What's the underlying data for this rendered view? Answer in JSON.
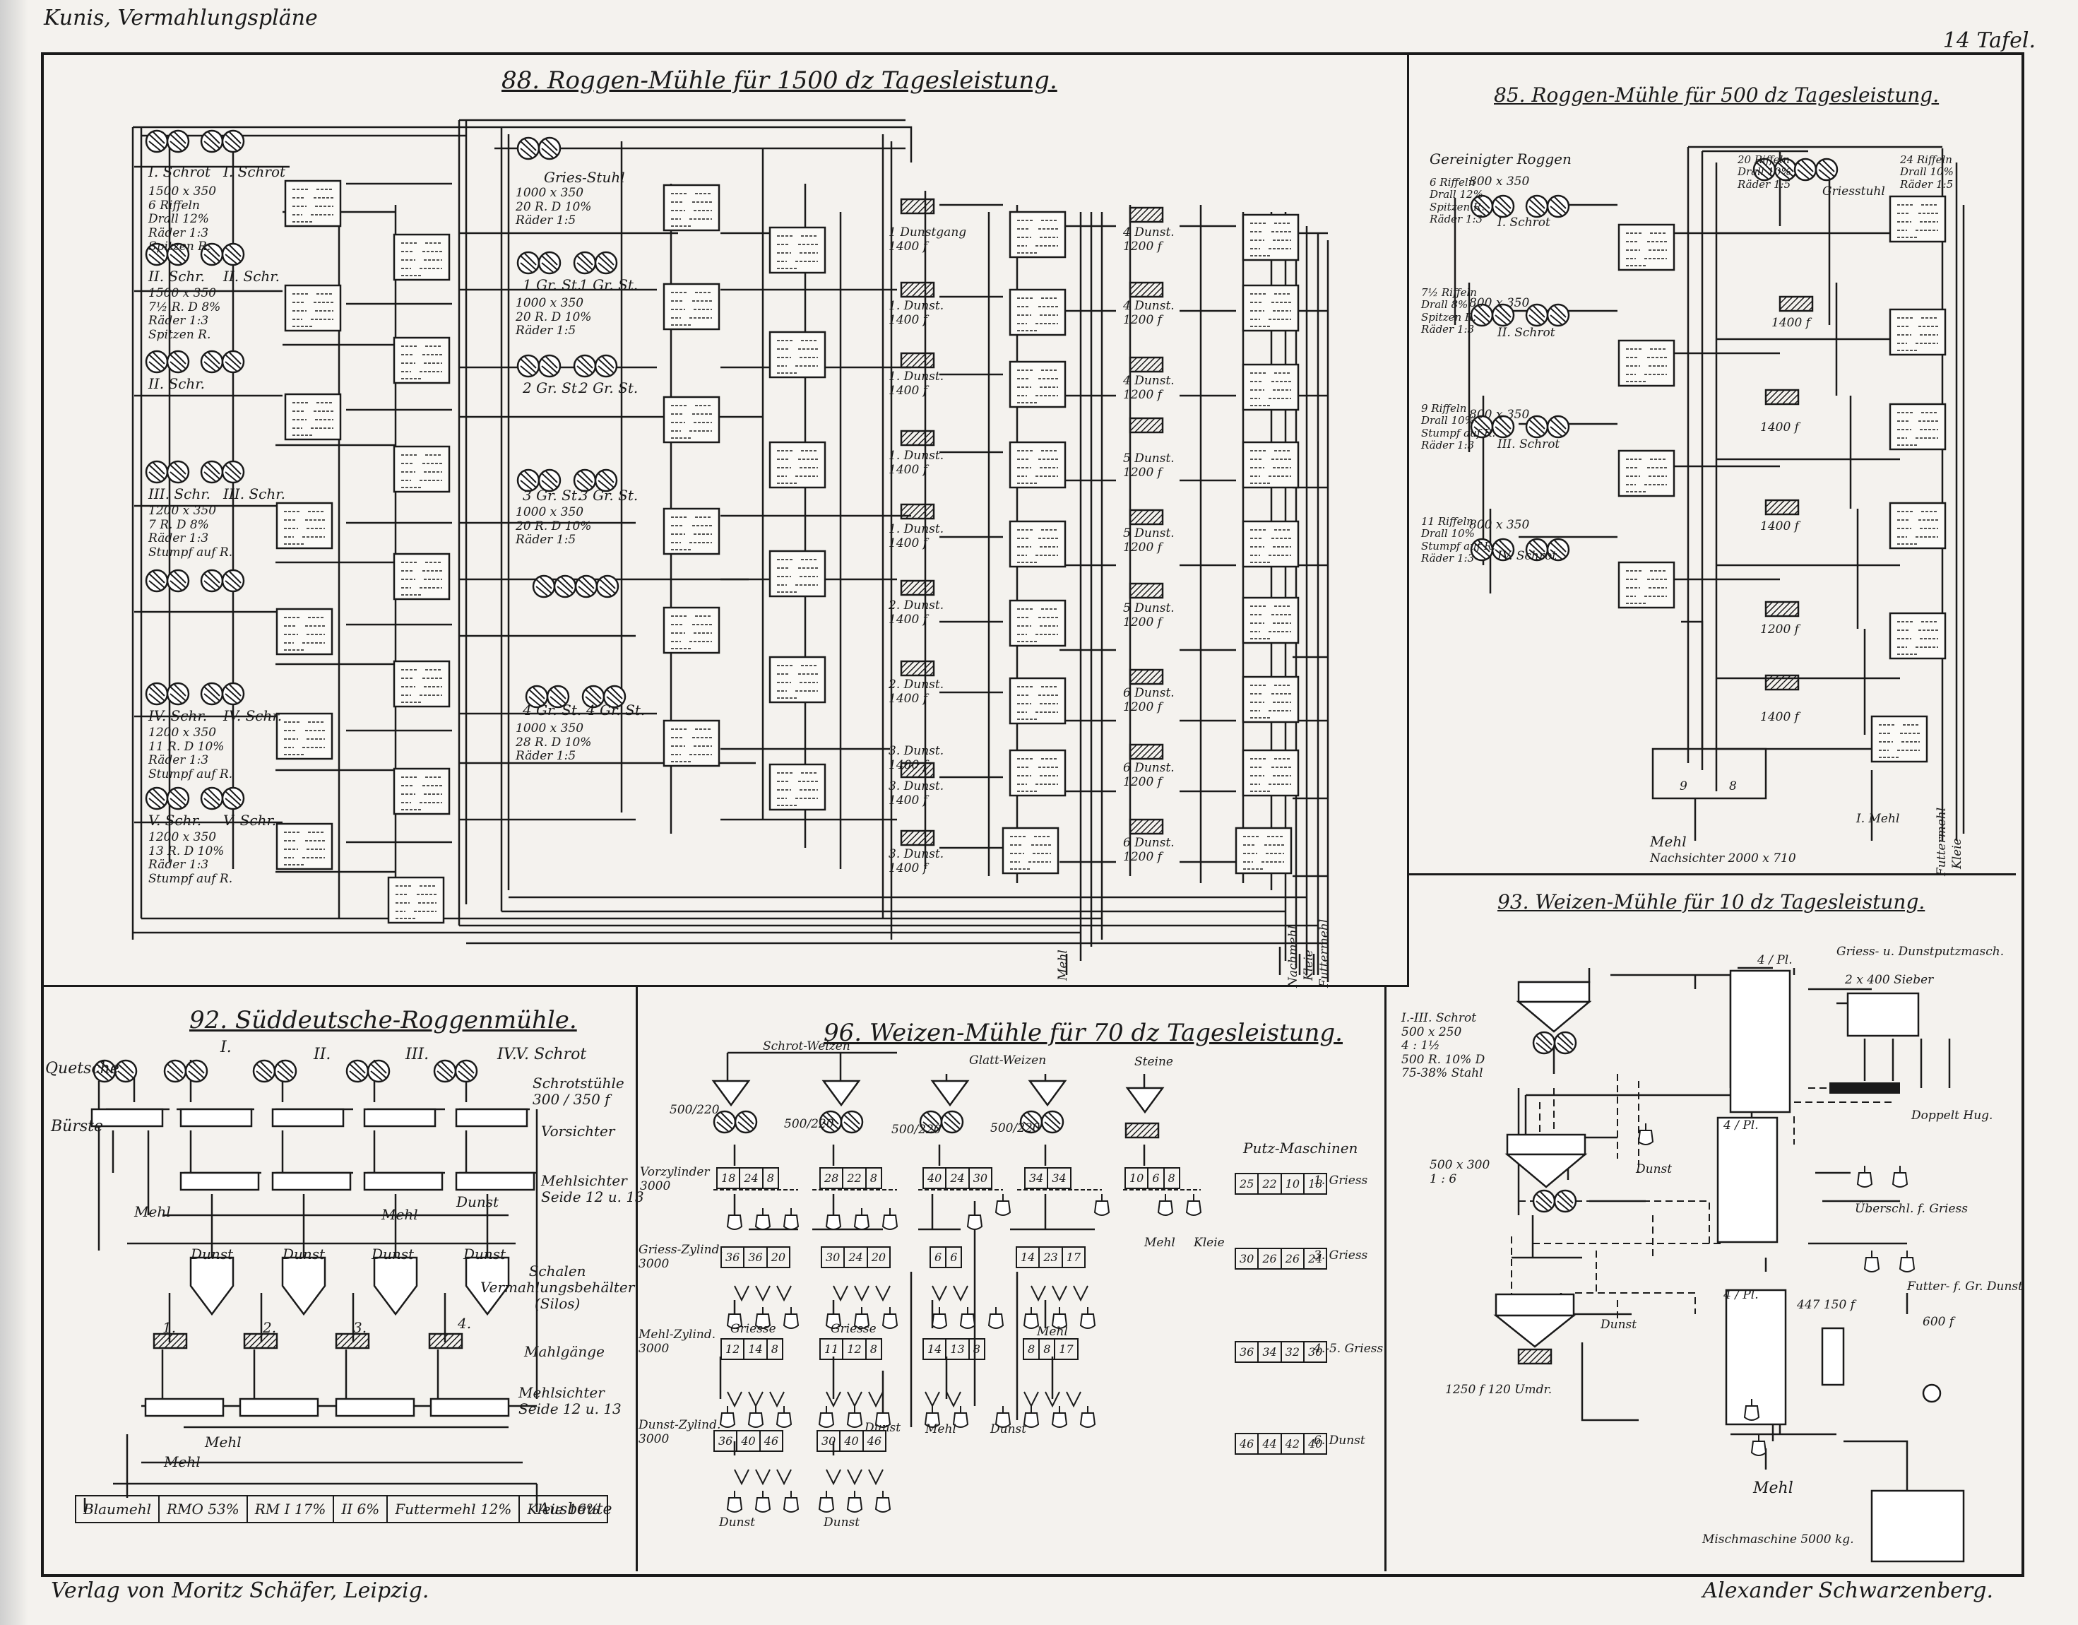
{
  "page": {
    "header_left": "Kunis, Vermahlungspläne",
    "header_right": "14 Tafel.",
    "footer_left": "Verlag von Moritz Schäfer, Leipzig.",
    "footer_right": "Alexander Schwarzenberg."
  },
  "panel88": {
    "title": "88. Roggen-Mühle für 1500 dz Tagesleistung.",
    "schrot_labels": [
      "I. Schrot",
      "I. Schrot",
      "II. Schr.",
      "II. Schr.",
      "II. Schr.",
      "III. Schr.",
      "III. Schr.",
      "IV. Schr.",
      "IV. Schr.",
      "V. Schr.",
      "V. Schr."
    ],
    "schrot_notes": [
      "1500 x 350\n6 Riffeln\nDrall 12%\nRäder 1:3\nSpitzen R.",
      "1500 x 350\n7½ R. D 8%\nRäder 1:3\nSpitzen R.",
      "1200 x 350\n7 R. D 8%\nRäder 1:3\nStumpf auf R.",
      "1200 x 350\n11 R. D 10%\nRäder 1:3\nStumpf auf R.",
      "1200 x 350\n13 R. D 10%\nRäder 1:3\nStumpf auf R."
    ],
    "gries_labels": [
      "Gries-Stuhl",
      "1 Gr. St.",
      "1 Gr. St.",
      "2 Gr. St.",
      "2 Gr. St.",
      "3 Gr. St.",
      "3 Gr. St.",
      "4 Gr. St.",
      "4 Gr. St."
    ],
    "gries_notes": [
      "1000 x 350\n20 R. D 10%\nRäder 1:5",
      "1000 x 350\n20 R. D 10%\nRäder 1:5",
      "1000 x 350\n20 R. D 10%\nRäder 1:5",
      "1000 x 350\n28 R. D 10%\nRäder 1:5"
    ],
    "dunst_mid": [
      "1 Dunstgang\n1400 f",
      "1. Dunst.\n1400 f",
      "1. Dunst.\n1400 f",
      "1. Dunst.\n1400 f",
      "1. Dunst.\n1400 f",
      "2. Dunst.\n1400 f",
      "2. Dunst.\n1400 f",
      "3. Dunst.\n1400 f",
      "3. Dunst.\n1400 f",
      "3. Dunst.\n1400 f"
    ],
    "dunst_right": [
      "4 Dunst.\n1200 f",
      "4 Dunst.\n1200 f",
      "4 Dunst.\n1200 f",
      "5 Dunst.\n1200 f",
      "5 Dunst.\n1200 f",
      "5 Dunst.\n1200 f",
      "6 Dunst.\n1200 f",
      "6 Dunst.\n1200 f",
      "6 Dunst.\n1200 f"
    ],
    "outputs": [
      "Mehl",
      "Nachmehl",
      "Kleie",
      "Futtermehl"
    ]
  },
  "panel85": {
    "title": "85. Roggen-Mühle für 500 dz Tagesleistung.",
    "feed": "Gereinigter Roggen",
    "schrot_labels": [
      "I. Schrot",
      "II. Schrot",
      "III. Schrot",
      "IV. Schrot"
    ],
    "schrot_notes": [
      "6 Riffeln\nDrall 12%\nSpitzen R.\nRäder 1:3",
      "7½ Riffeln\nDrall 8%\nSpitzen R.\nRäder 1:3",
      "9 Riffeln\nDrall 10%\nStumpf auf R.\nRäder 1:3",
      "11 Riffeln\nDrall 10%\nStumpf auf R.\nRäder 1:3"
    ],
    "roll_size": [
      "800 x 350",
      "800 x 350",
      "800 x 350",
      "800 x 350"
    ],
    "gries": "Griesstuhl",
    "gries_notes": [
      "20 Riffeln\nDrall 10%\nRäder 1:5",
      "24 Riffeln\nDrall 10%\nRäder 1:5"
    ],
    "dunst": [
      "1400 f",
      "1400 f",
      "1400 f",
      "1200 f",
      "1400 f"
    ],
    "outputs": [
      "Mehl",
      "I. Mehl",
      "Futtermehl",
      "Kleie"
    ],
    "nachsichter": "Nachsichter 2000 x 710",
    "nachsichter_cells": [
      "9",
      "8"
    ]
  },
  "panel92": {
    "title": "92. Süddeutsche-Roggenmühle.",
    "feed": "Quetsche",
    "schrot_nums": [
      "I.",
      "II.",
      "III.",
      "IV.",
      "V. Schrot"
    ],
    "right_labels": [
      "Schrotstühle\n300 / 350 f",
      "Vorsichter",
      "Mehlsichter\nSeide 12 u. 13",
      "Schalen\nVermahlungsbehälter\n(Silos)",
      "Mahlgänge",
      "Mehlsichter\nSeide 12 u. 13"
    ],
    "left_labels": [
      "Bürste",
      "Mehl",
      "Mehl",
      "Mehl"
    ],
    "flow_labels": [
      "Mehl",
      "Dunst",
      "Dunst",
      "Dunst",
      "Dunst",
      "Dunst"
    ],
    "mill_nums": [
      "1.",
      "2.",
      "3.",
      "4."
    ],
    "yield_cells": [
      "Blaumehl",
      "RMO 53%",
      "RM I 17%",
      "II 6%",
      "Futtermehl 12%",
      "Kleie 16%"
    ],
    "yield_label": "Ausbeute"
  },
  "panel96": {
    "title": "96. Weizen-Mühle für 70 dz Tagesleistung.",
    "feeds": [
      "Schrot-Weizen",
      "Glatt-Weizen",
      "Steine"
    ],
    "roll_labels": [
      "500/220",
      "500/220",
      "500/220",
      "500/220"
    ],
    "left_labels": [
      "Vorzylinder\n3000",
      "Griess-Zylind.\n3000",
      "Mehl-Zylind.\n3000",
      "Dunst-Zylind.\n3000"
    ],
    "cyl_cells": [
      [
        "18",
        "24",
        "8"
      ],
      [
        "28",
        "22",
        "8"
      ],
      [
        "40",
        "24",
        "30"
      ],
      [
        "34",
        "34"
      ],
      [
        "10",
        "6",
        "8"
      ]
    ],
    "gries_cells": [
      [
        "36",
        "36",
        "20"
      ],
      [
        "30",
        "24",
        "20"
      ],
      [
        "6",
        "6"
      ],
      [
        "14",
        "23",
        "17"
      ]
    ],
    "mehl_cells": [
      [
        "12",
        "14",
        "8"
      ],
      [
        "11",
        "12",
        "8"
      ],
      [
        "14",
        "13",
        "8"
      ],
      [
        "8",
        "8",
        "17"
      ]
    ],
    "dunst_cells": [
      [
        "36",
        "40",
        "46"
      ],
      [
        "30",
        "40",
        "46"
      ]
    ],
    "flow_labels": [
      "Griesse",
      "Griesse",
      "Mehl",
      "Dunst",
      "Mehl",
      "Dunst",
      "Dunst",
      "Dunst",
      "Mehl",
      "Kleie"
    ],
    "putz_title": "Putz-Maschinen",
    "putz": [
      {
        "cells": [
          "25",
          "22",
          "10",
          "18"
        ],
        "label": "1. Griess"
      },
      {
        "cells": [
          "30",
          "26",
          "26",
          "24"
        ],
        "label": "3. Griess"
      },
      {
        "cells": [
          "36",
          "34",
          "32",
          "30"
        ],
        "label": "4.-5. Griess"
      },
      {
        "cells": [
          "46",
          "44",
          "42",
          "40"
        ],
        "label": "6. Dunst"
      }
    ]
  },
  "panel93": {
    "title": "93. Weizen-Mühle für 10 dz Tagesleistung.",
    "left_notes": [
      "I.-III. Schrot\n500 x 250\n4 : 1½\n500 R. 10% D\n75-38% Stahl",
      "500 x 300\n1 : 6",
      "1250 f   120 Umdr."
    ],
    "right_notes": [
      "Griess- u. Dunstputzmasch.",
      "2 x 400   Sieber",
      "Doppelt Hug.",
      "Überschl. f. Griess",
      "Futter- f. Gr. Dunst",
      "447 150 f",
      "600 f"
    ],
    "plans": [
      "4 / Pl.",
      "4 / Pl.",
      "4 / Pl."
    ],
    "dunst_labels": [
      "Dunst",
      "Dunst"
    ],
    "output": "Mehl",
    "mixer": "Mischmaschine 5000 kg."
  }
}
